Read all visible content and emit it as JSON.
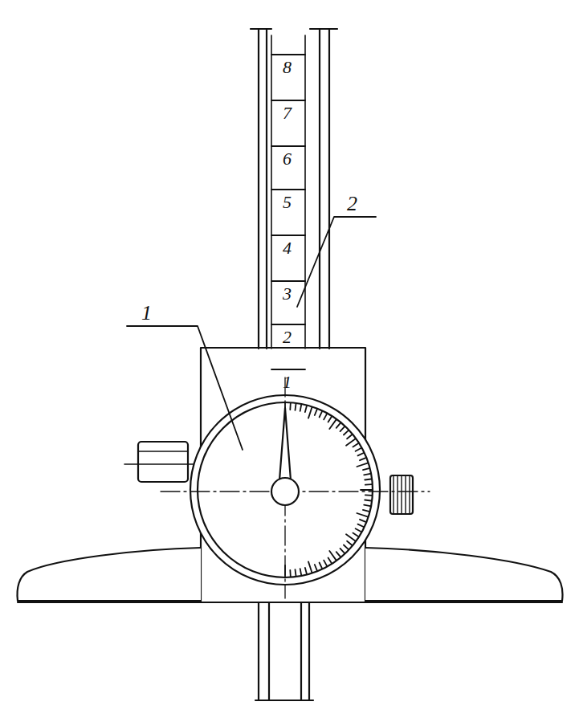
{
  "diagram": {
    "labels": [
      "8",
      "7",
      "6",
      "5",
      "4",
      "3",
      "2",
      "1",
      "1",
      "2"
    ]
  }
}
